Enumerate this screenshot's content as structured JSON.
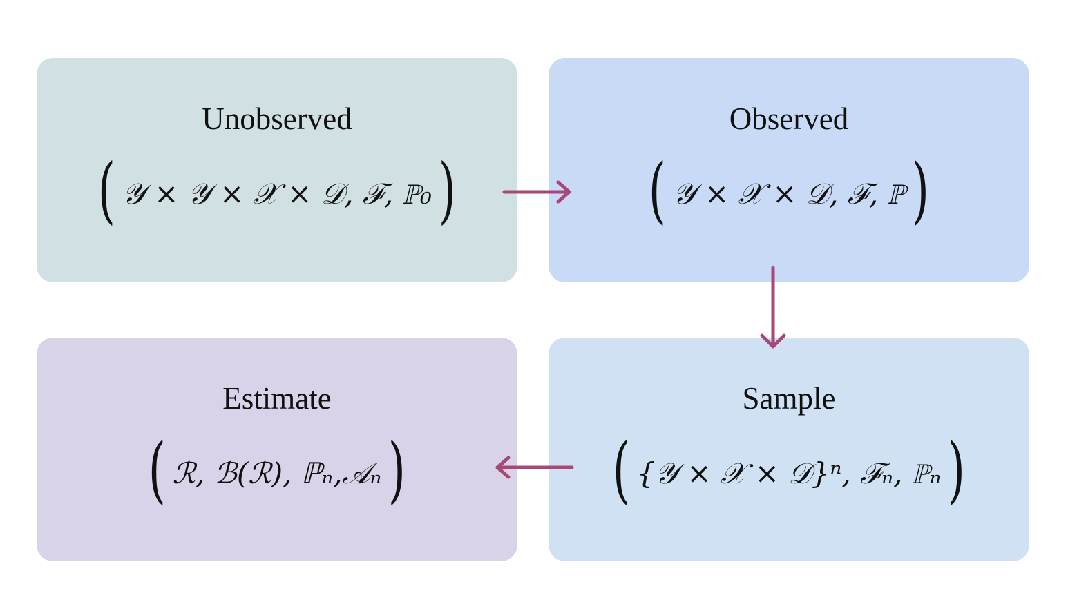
{
  "colors": {
    "unobserved_fill": "#D1E0E3",
    "observed_fill": "#C8DAF6",
    "estimate_fill": "#D9D3E9",
    "sample_fill": "#CFE1F3",
    "arrow": "#A84876"
  },
  "boxes": {
    "unobserved": {
      "title": "Unobserved",
      "formula": "𝒴 × 𝒴 × 𝒳 × 𝒟, ℱ, ℙ₀"
    },
    "observed": {
      "title": "Observed",
      "formula": "𝒴 × 𝒳 × 𝒟, ℱ, ℙ"
    },
    "sample": {
      "title": "Sample",
      "formula": "{𝒴 × 𝒳 × 𝒟}ⁿ, ℱₙ, ℙₙ"
    },
    "estimate": {
      "title": "Estimate",
      "formula": "ℛ, ℬ(ℛ), ℙₙ,𝒜ₙ"
    }
  },
  "paren_open": "(",
  "paren_close": ")",
  "arrows": [
    {
      "from": "unobserved",
      "to": "observed",
      "direction": "right"
    },
    {
      "from": "observed",
      "to": "sample",
      "direction": "down"
    },
    {
      "from": "sample",
      "to": "estimate",
      "direction": "left"
    }
  ]
}
